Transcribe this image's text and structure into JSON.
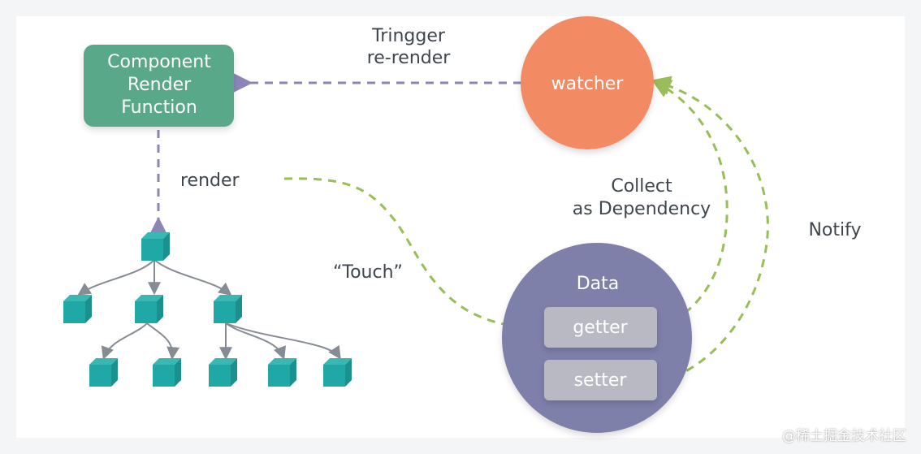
{
  "colors": {
    "background": "#f4f5f6",
    "card": "#ffffff",
    "component_fill": "#5aa88a",
    "watcher_fill": "#f28a64",
    "data_fill": "#7e80aa",
    "accessor_fill": "#b8b9c3",
    "cube_top": "#39b7b3",
    "cube_front": "#20a8a7",
    "cube_side": "#1c8f8f",
    "purple_dash": "#8b86b7",
    "green_dash": "#99bd58",
    "tree_line": "#858c93"
  },
  "nodes": {
    "component_render_function": {
      "line1": "Component",
      "line2": "Render",
      "line3": "Function"
    },
    "watcher": "watcher",
    "data": "Data",
    "getter": "getter",
    "setter": "setter"
  },
  "labels": {
    "trigger_line1": "Tringger",
    "trigger_line2": "re-render",
    "render": "render",
    "touch": "“Touch”",
    "collect_line1": "Collect",
    "collect_line2": "as Dependency",
    "notify": "Notify"
  },
  "watermark": "@稀土掘金技术社区",
  "icons": {
    "tree_node": "cube-icon"
  }
}
